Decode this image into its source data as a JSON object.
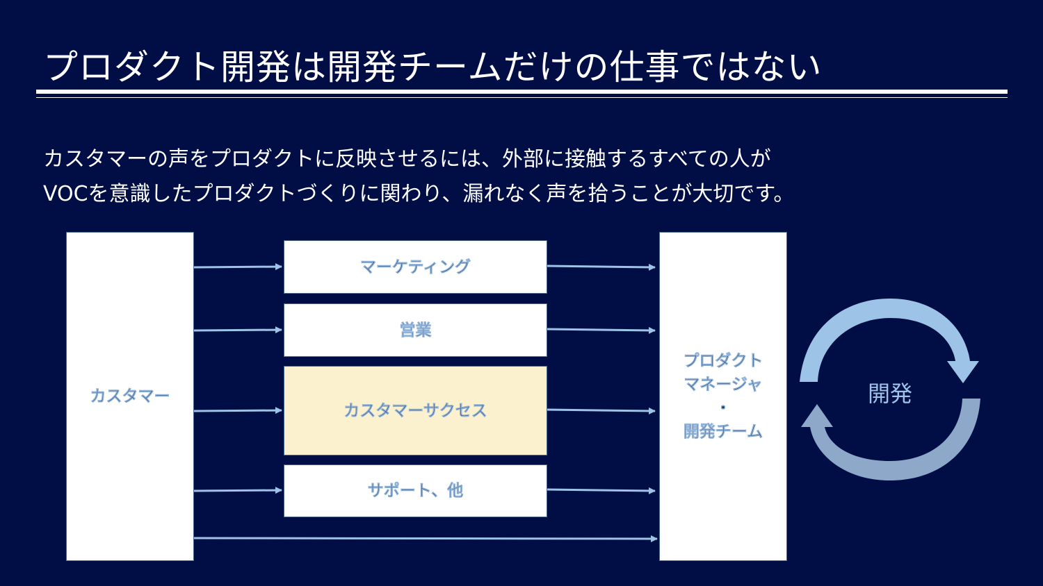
{
  "title": "プロダクト開発は開発チームだけの仕事ではない",
  "description": {
    "line1": "カスタマーの声をプロダクトに反映させるには、外部に接触するすべての人が",
    "line2": "VOCを意識したプロダクトづくりに関わり、漏れなく声を拾うことが大切です。"
  },
  "diagram": {
    "customer": "カスタマー",
    "channels": [
      {
        "label": "マーケティング"
      },
      {
        "label": "営業"
      },
      {
        "label": "カスタマーサクセス"
      },
      {
        "label": "サポート、他"
      }
    ],
    "product_team": {
      "line1": "プロダクト",
      "line2": "マネージャ",
      "line3": "・",
      "line4": "開発チーム"
    },
    "cycle_label": "開発"
  },
  "colors": {
    "background": "#000e45",
    "box_text": "#1f3864",
    "highlight_box": "#fcf1cf",
    "arrow": "#9dc3e6",
    "cycle_light": "#9dc3e6",
    "cycle_dark": "#7f9fbf"
  }
}
